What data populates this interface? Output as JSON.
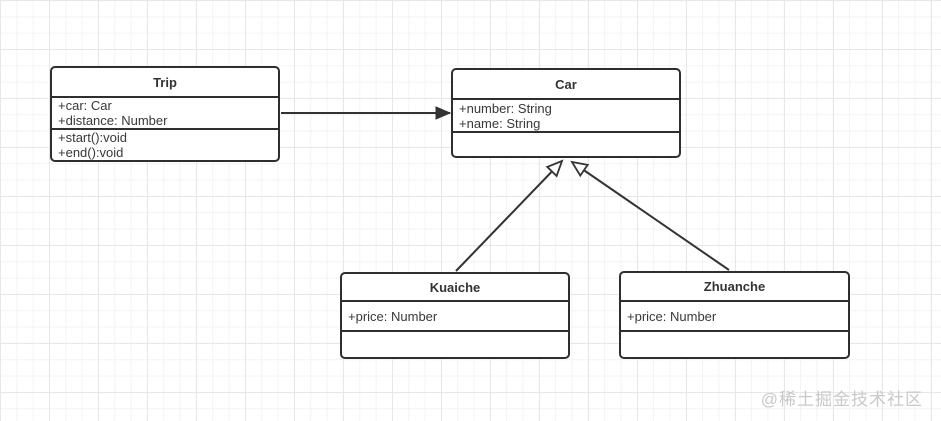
{
  "diagram": {
    "type": "uml-class-diagram",
    "classes": [
      {
        "name": "Trip",
        "attributes": [
          "+car: Car",
          "+distance: Number"
        ],
        "methods": [
          "+start():void",
          "+end():void"
        ]
      },
      {
        "name": "Car",
        "attributes": [
          "+number: String",
          "+name: String"
        ],
        "methods": []
      },
      {
        "name": "Kuaiche",
        "attributes": [
          "+price: Number"
        ],
        "methods": []
      },
      {
        "name": "Zhuanche",
        "attributes": [
          "+price: Number"
        ],
        "methods": []
      }
    ],
    "relations": [
      {
        "type": "directed-association",
        "from": "Trip",
        "to": "Car",
        "arrowhead": "filled-triangle"
      },
      {
        "type": "generalization",
        "from": "Kuaiche",
        "to": "Car",
        "arrowhead": "open-triangle"
      },
      {
        "type": "generalization",
        "from": "Zhuanche",
        "to": "Car",
        "arrowhead": "open-triangle"
      }
    ],
    "colors": {
      "stroke": "#333333",
      "text": "#333333",
      "background": "#ffffff",
      "grid_minor": "#f3f3f3",
      "grid_major": "#e7e7e7",
      "watermark": "#c9c9c9"
    }
  },
  "watermark": {
    "text": "@稀土掘金技术社区"
  }
}
